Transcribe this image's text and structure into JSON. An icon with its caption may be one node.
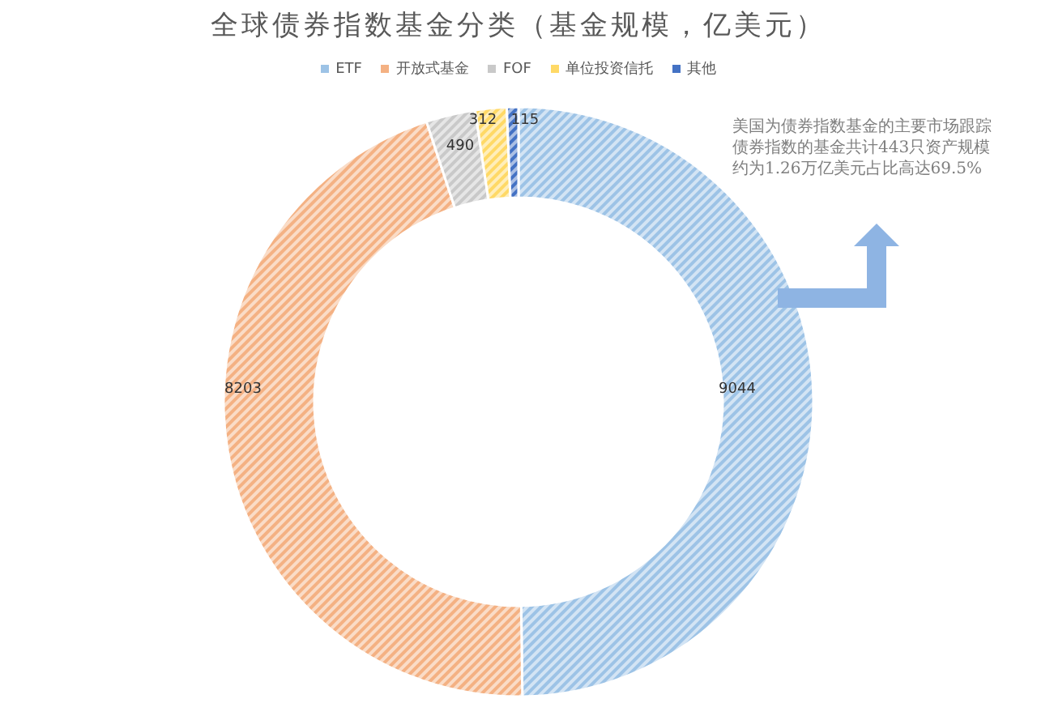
{
  "diagram": {
    "title": "全球债券指数基金分类（基金规模，亿美元）",
    "labels": [
      "美国为债券指数基金的主要市场跟踪债券指数的基金共计443只资产规模约为1.26万亿美元占比高达69.5%"
    ],
    "legend": [
      {
        "text": "ETF",
        "color": "#9dc3e6"
      },
      {
        "text": "开放式基金",
        "color": "#f4b183"
      },
      {
        "text": "FOF",
        "color": "#c9c9c9"
      },
      {
        "text": "单位投资信托",
        "color": "#ffd966"
      },
      {
        "text": "其他",
        "color": "#4472c4"
      }
    ],
    "chart_data": {
      "type": "donut",
      "values": [
        9044,
        8203,
        490,
        312,
        115
      ],
      "data_labels": true
    }
  }
}
